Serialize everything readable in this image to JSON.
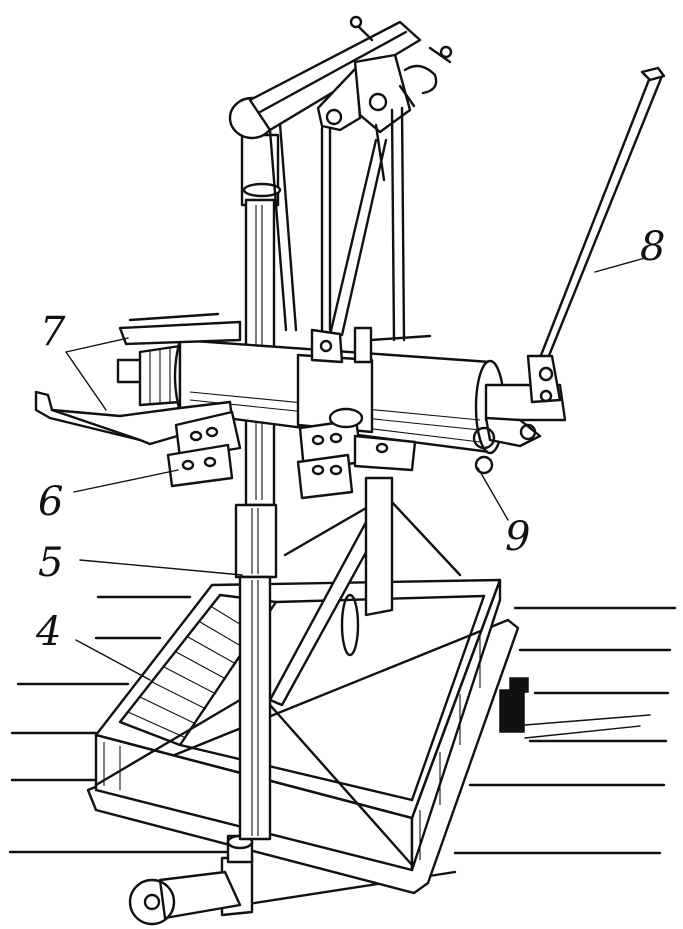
{
  "labels": {
    "l4": "4",
    "l5": "5",
    "l6": "6",
    "l7": "7",
    "l8": "8",
    "l9": "9"
  },
  "colors": {
    "ink": "#111111",
    "paper": "#ffffff"
  }
}
